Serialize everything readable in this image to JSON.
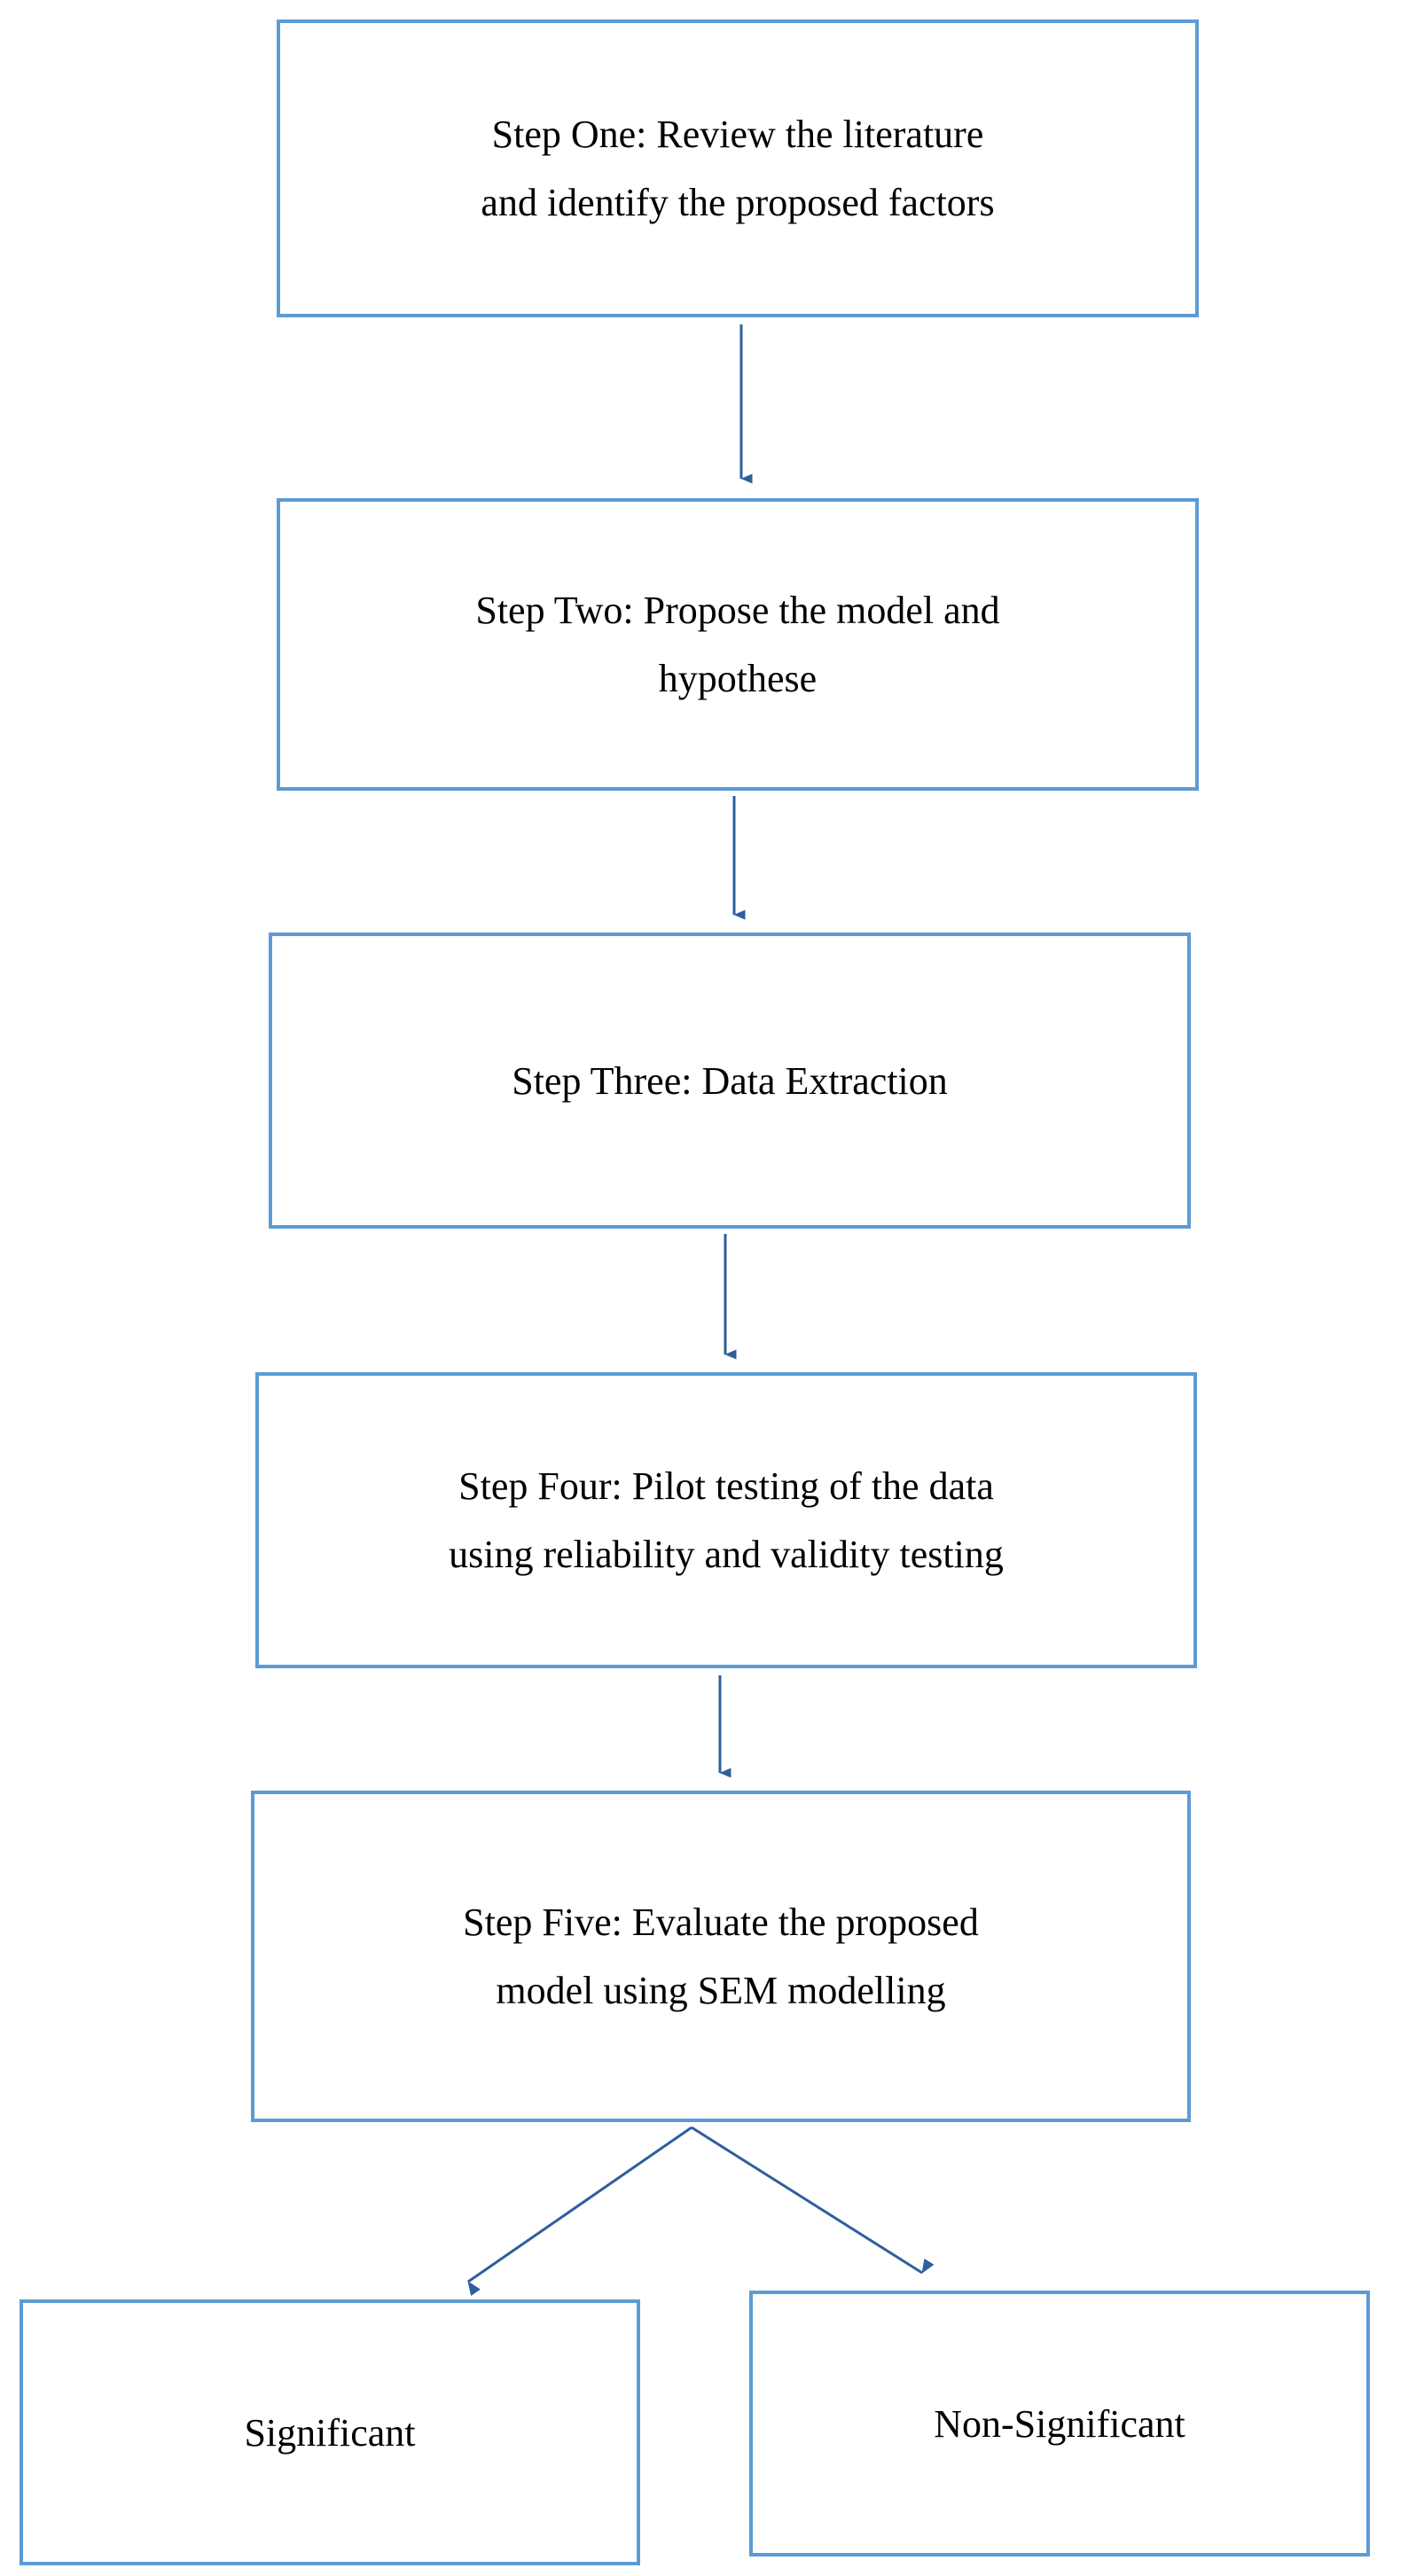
{
  "diagram": {
    "title": "Research methodology steps flowchart",
    "accent_color": "#5B9BD5",
    "arrow_color": "#2E5E9E",
    "text_color": "#000000",
    "background_color": "#FFFFFF",
    "nodes": [
      {
        "id": "step-one",
        "lines": [
          "Step One: Review the literature",
          "and identify the proposed factors"
        ]
      },
      {
        "id": "step-two",
        "lines": [
          "Step Two: Propose the model and",
          "hypothese"
        ]
      },
      {
        "id": "step-three",
        "lines": [
          "Step Three: Data Extraction"
        ]
      },
      {
        "id": "step-four",
        "lines": [
          "Step Four: Pilot testing of the data",
          "using reliability and validity testing"
        ]
      },
      {
        "id": "step-five",
        "lines": [
          "Step Five: Evaluate the proposed",
          "model using SEM modelling"
        ]
      },
      {
        "id": "significant",
        "lines": [
          "Significant"
        ]
      },
      {
        "id": "non-significant",
        "lines": [
          "Non-Significant"
        ]
      }
    ],
    "connectors": [
      {
        "id": "one-to-two",
        "from": "step-one",
        "to": "step-two",
        "style": "vertical-arrow"
      },
      {
        "id": "two-to-three",
        "from": "step-two",
        "to": "step-three",
        "style": "vertical-arrow"
      },
      {
        "id": "three-to-four",
        "from": "step-three",
        "to": "step-four",
        "style": "vertical-arrow"
      },
      {
        "id": "four-to-five",
        "from": "step-four",
        "to": "step-five",
        "style": "vertical-arrow"
      },
      {
        "id": "five-to-significant",
        "from": "step-five",
        "to": "significant",
        "style": "diagonal-arrow-left"
      },
      {
        "id": "five-to-non-significant",
        "from": "step-five",
        "to": "non-significant",
        "style": "diagonal-arrow-right"
      }
    ]
  }
}
